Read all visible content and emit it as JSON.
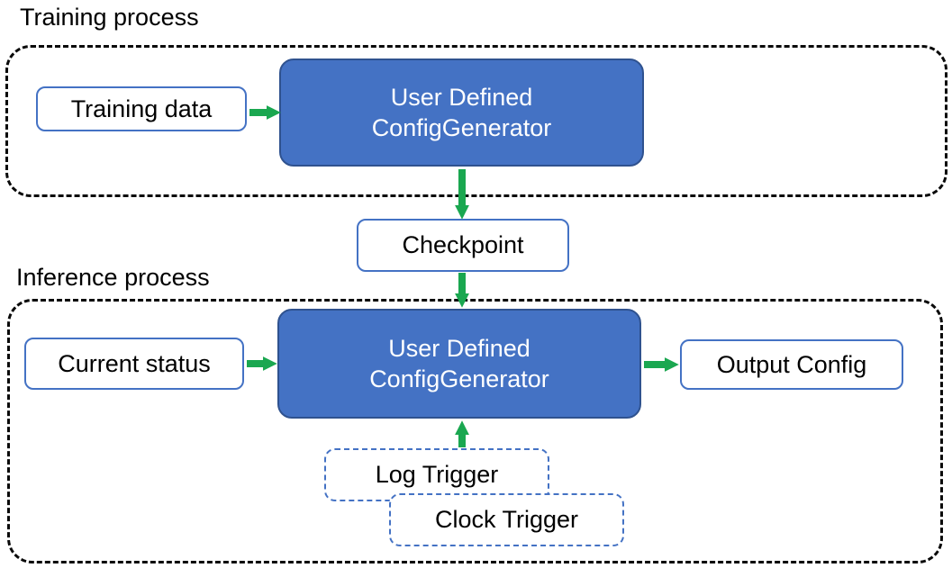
{
  "colors": {
    "box_fill_blue": "#4472C4",
    "box_border_blue": "#2F528F",
    "outline_blue": "#4472C4",
    "arrow_green": "#1AA750",
    "dash_black": "#0a0a0a",
    "text_black": "#000000"
  },
  "training": {
    "label": "Training process",
    "training_data_label": "Training data",
    "generator": {
      "line1": "User Defined",
      "line2": "ConfigGenerator"
    }
  },
  "checkpoint_label": "Checkpoint",
  "inference": {
    "label": "Inference process",
    "current_status_label": "Current status",
    "generator": {
      "line1": "User Defined",
      "line2": "ConfigGenerator"
    },
    "output_config_label": "Output Config",
    "log_trigger_label": "Log Trigger",
    "clock_trigger_label": "Clock Trigger"
  }
}
